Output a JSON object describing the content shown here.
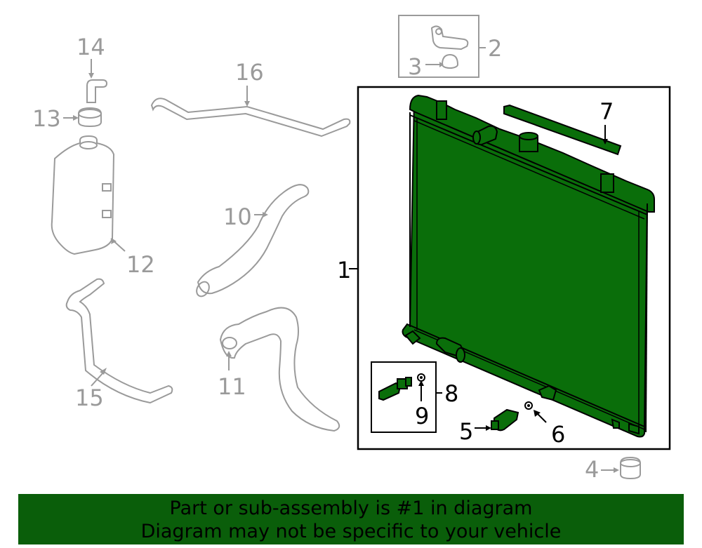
{
  "callouts": {
    "c1": "1",
    "c2": "2",
    "c3": "3",
    "c4": "4",
    "c5": "5",
    "c6": "6",
    "c7": "7",
    "c8": "8",
    "c9": "9",
    "c10": "10",
    "c11": "11",
    "c12": "12",
    "c13": "13",
    "c14": "14",
    "c15": "15",
    "c16": "16"
  },
  "banner": {
    "line1": "Part or sub-assembly is #1 in diagram",
    "line2": "Diagram may not be specific to your vehicle"
  },
  "colors": {
    "highlight_fill": "#0a6e0a",
    "banner_fill": "#0a5e0a",
    "ghost_parts": "#9a9a9a",
    "outline": "#000000"
  }
}
